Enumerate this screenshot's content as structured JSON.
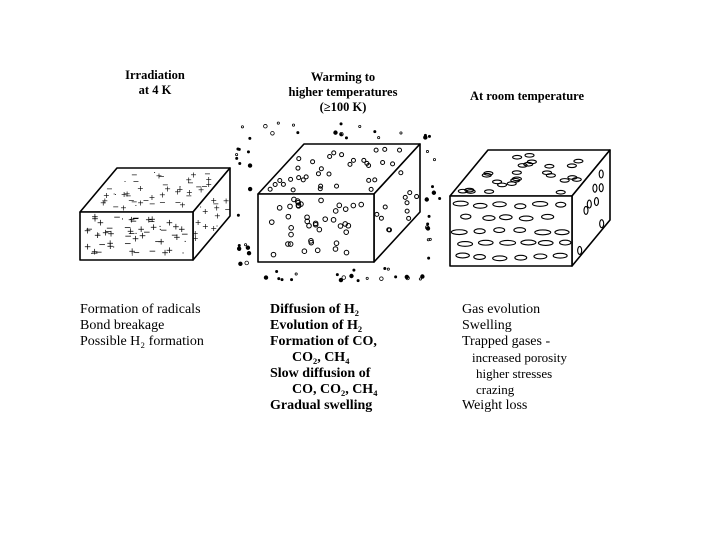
{
  "stages": [
    {
      "heading": [
        "Irradiation",
        "at 4 K"
      ],
      "notes": [
        {
          "text": "Formation of radicals",
          "indent": 0
        },
        {
          "text": "Bond breakage",
          "indent": 0
        },
        {
          "text": "Possible H₂ formation",
          "indent": 0
        }
      ]
    },
    {
      "heading": [
        "Warming to",
        "higher temperatures",
        "(≥100 K)"
      ],
      "notes": [
        {
          "text": "Diffusion of H₂",
          "indent": 0
        },
        {
          "text": "Evolution of H₂",
          "indent": 0
        },
        {
          "text": "Formation of CO,",
          "indent": 0
        },
        {
          "text": "CO₂, CH₄",
          "indent": 1
        },
        {
          "text": "Slow diffusion of",
          "indent": 0
        },
        {
          "text": "CO, CO₂, CH₄",
          "indent": 1
        },
        {
          "text": "Gradual swelling",
          "indent": 0
        }
      ]
    },
    {
      "heading": [
        "At room temperature"
      ],
      "notes": [
        {
          "text": "Gas evolution",
          "indent": 0
        },
        {
          "text": "Swelling",
          "indent": 0
        },
        {
          "text": "Trapped gases -",
          "indent": 0
        },
        {
          "text": "increased porosity",
          "indent": 2
        },
        {
          "text": "higher stresses",
          "indent": 3
        },
        {
          "text": "crazing",
          "indent": 3
        },
        {
          "text": "Weight loss",
          "indent": 0
        }
      ]
    }
  ],
  "symbols": {
    "charge_plus": "+",
    "charge_minus": "−",
    "charge_dot": "·"
  }
}
